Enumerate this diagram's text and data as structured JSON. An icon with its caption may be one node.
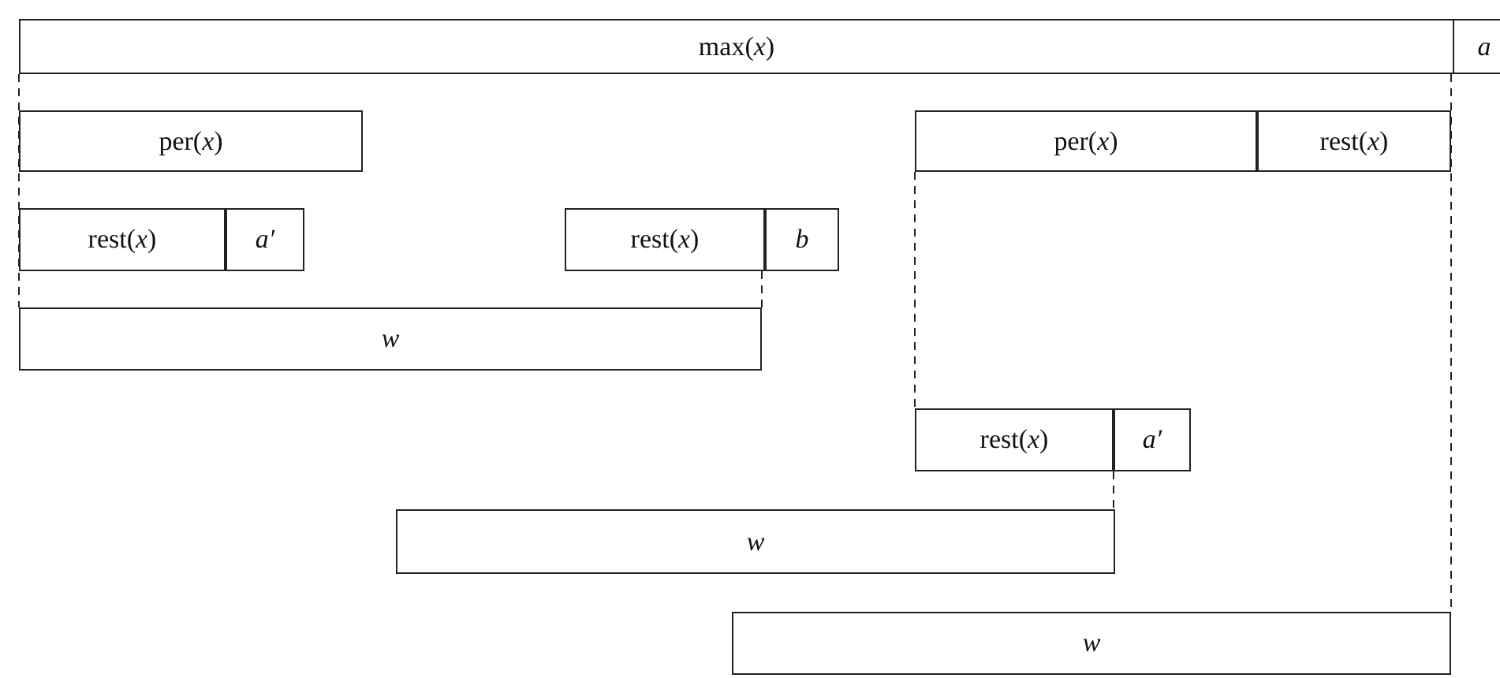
{
  "diagram": {
    "nodes": [
      {
        "text": [
          "max(*x*)"
        ]
      },
      {
        "text": [
          "a"
        ]
      },
      {
        "text": [
          "per(*x*)"
        ]
      },
      {
        "text": [
          "per(*x*)"
        ]
      },
      {
        "text": [
          "rest(*x*)"
        ]
      },
      {
        "text": [
          "rest(*x*)"
        ]
      },
      {
        "text": [
          "a′"
        ]
      },
      {
        "text": [
          "rest(*x*)"
        ]
      },
      {
        "text": [
          "b"
        ]
      },
      {
        "text": [
          "w"
        ]
      },
      {
        "text": [
          "rest(*x*)"
        ]
      },
      {
        "text": [
          "a′"
        ]
      },
      {
        "text": [
          "w"
        ]
      },
      {
        "text": [
          "w"
        ]
      }
    ]
  }
}
